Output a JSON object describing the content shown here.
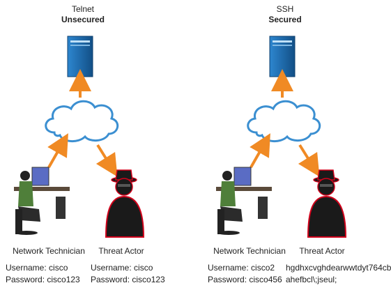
{
  "left": {
    "protocol": "Telnet",
    "status": "Unsecured",
    "technician_label": "Network Technician",
    "threat_label": "Threat Actor",
    "tech_username": "Username: cisco",
    "tech_password": "Password: cisco123",
    "threat_line1": "Username: cisco",
    "threat_line2": "Password: cisco123"
  },
  "right": {
    "protocol": "SSH",
    "status": "Secured",
    "technician_label": "Network Technician",
    "threat_label": "Threat Actor",
    "tech_username": "Username: cisco2",
    "tech_password": "Password: cisco456",
    "threat_line1": "hgdhxcvghdearwwtdyt764cb",
    "threat_line2": "ahefbcl\\;jseul;"
  },
  "colors": {
    "arrow": "#f08a24",
    "server": "#1f6fb5",
    "cloud_stroke": "#3b8fd1",
    "threat": "#1a1a1a",
    "threat_outline": "#d0021b"
  }
}
